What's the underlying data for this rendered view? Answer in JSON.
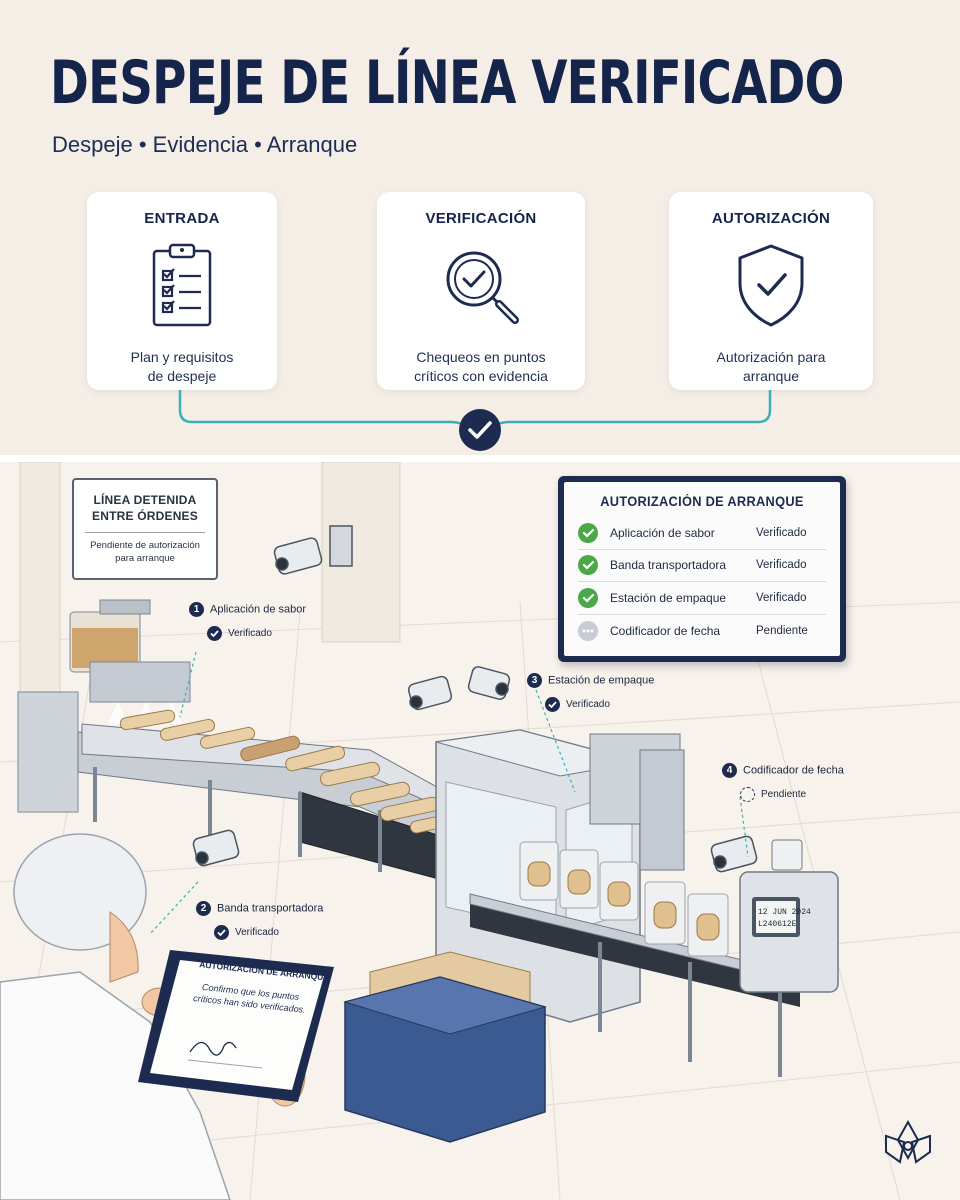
{
  "header": {
    "title": "DESPEJE DE LÍNEA VERIFICADO",
    "subtitle": "Despeje • Evidencia • Arranque"
  },
  "cards": [
    {
      "title": "ENTRADA",
      "icon": "clipboard-checklist-icon",
      "text_1": "Plan y requisitos",
      "text_2": "de despeje"
    },
    {
      "title": "VERIFICACIÓN",
      "icon": "magnifier-check-icon",
      "text_1": "Chequeos en puntos",
      "text_2": "críticos con evidencia"
    },
    {
      "title": "AUTORIZACIÓN",
      "icon": "shield-check-icon",
      "text_1": "Autorización para",
      "text_2": "arranque"
    }
  ],
  "sign": {
    "title_1": "LÍNEA DETENIDA",
    "title_2": "ENTRE ÓRDENES",
    "sub_1": "Pendiente de autorización",
    "sub_2": "para arranque"
  },
  "board": {
    "title": "AUTORIZACIÓN DE ARRANQUE",
    "rows": [
      {
        "item": "Aplicación de sabor",
        "status": "Verificado"
      },
      {
        "item": "Banda transportadora",
        "status": "Verificado"
      },
      {
        "item": "Estación de empaque",
        "status": "Verificado"
      },
      {
        "item": "Codificador de fecha",
        "status": "Pendiente"
      }
    ]
  },
  "callouts": [
    {
      "num": "1",
      "label": "Aplicación de sabor",
      "status": "Verificado"
    },
    {
      "num": "2",
      "label": "Banda transportadora",
      "status": "Verificado"
    },
    {
      "num": "3",
      "label": "Estación de empaque",
      "status": "Verificado"
    },
    {
      "num": "4",
      "label": "Codificador de fecha",
      "status": "Pendiente"
    }
  ],
  "tablet": {
    "title": "AUTORIZACIÓN DE ARRANQUE",
    "text_1": "Confirmo que los puntos",
    "text_2": "críticos han sido verificados."
  },
  "coder_display": {
    "line_1": "12 JUN 2024",
    "line_2": "L240612E"
  },
  "colors": {
    "navy": "#1c2b4f",
    "teal": "#3bb0b4",
    "verified_green": "#4aa84a",
    "pending_gray": "#c9ccd3",
    "background": "#f4eee6"
  }
}
